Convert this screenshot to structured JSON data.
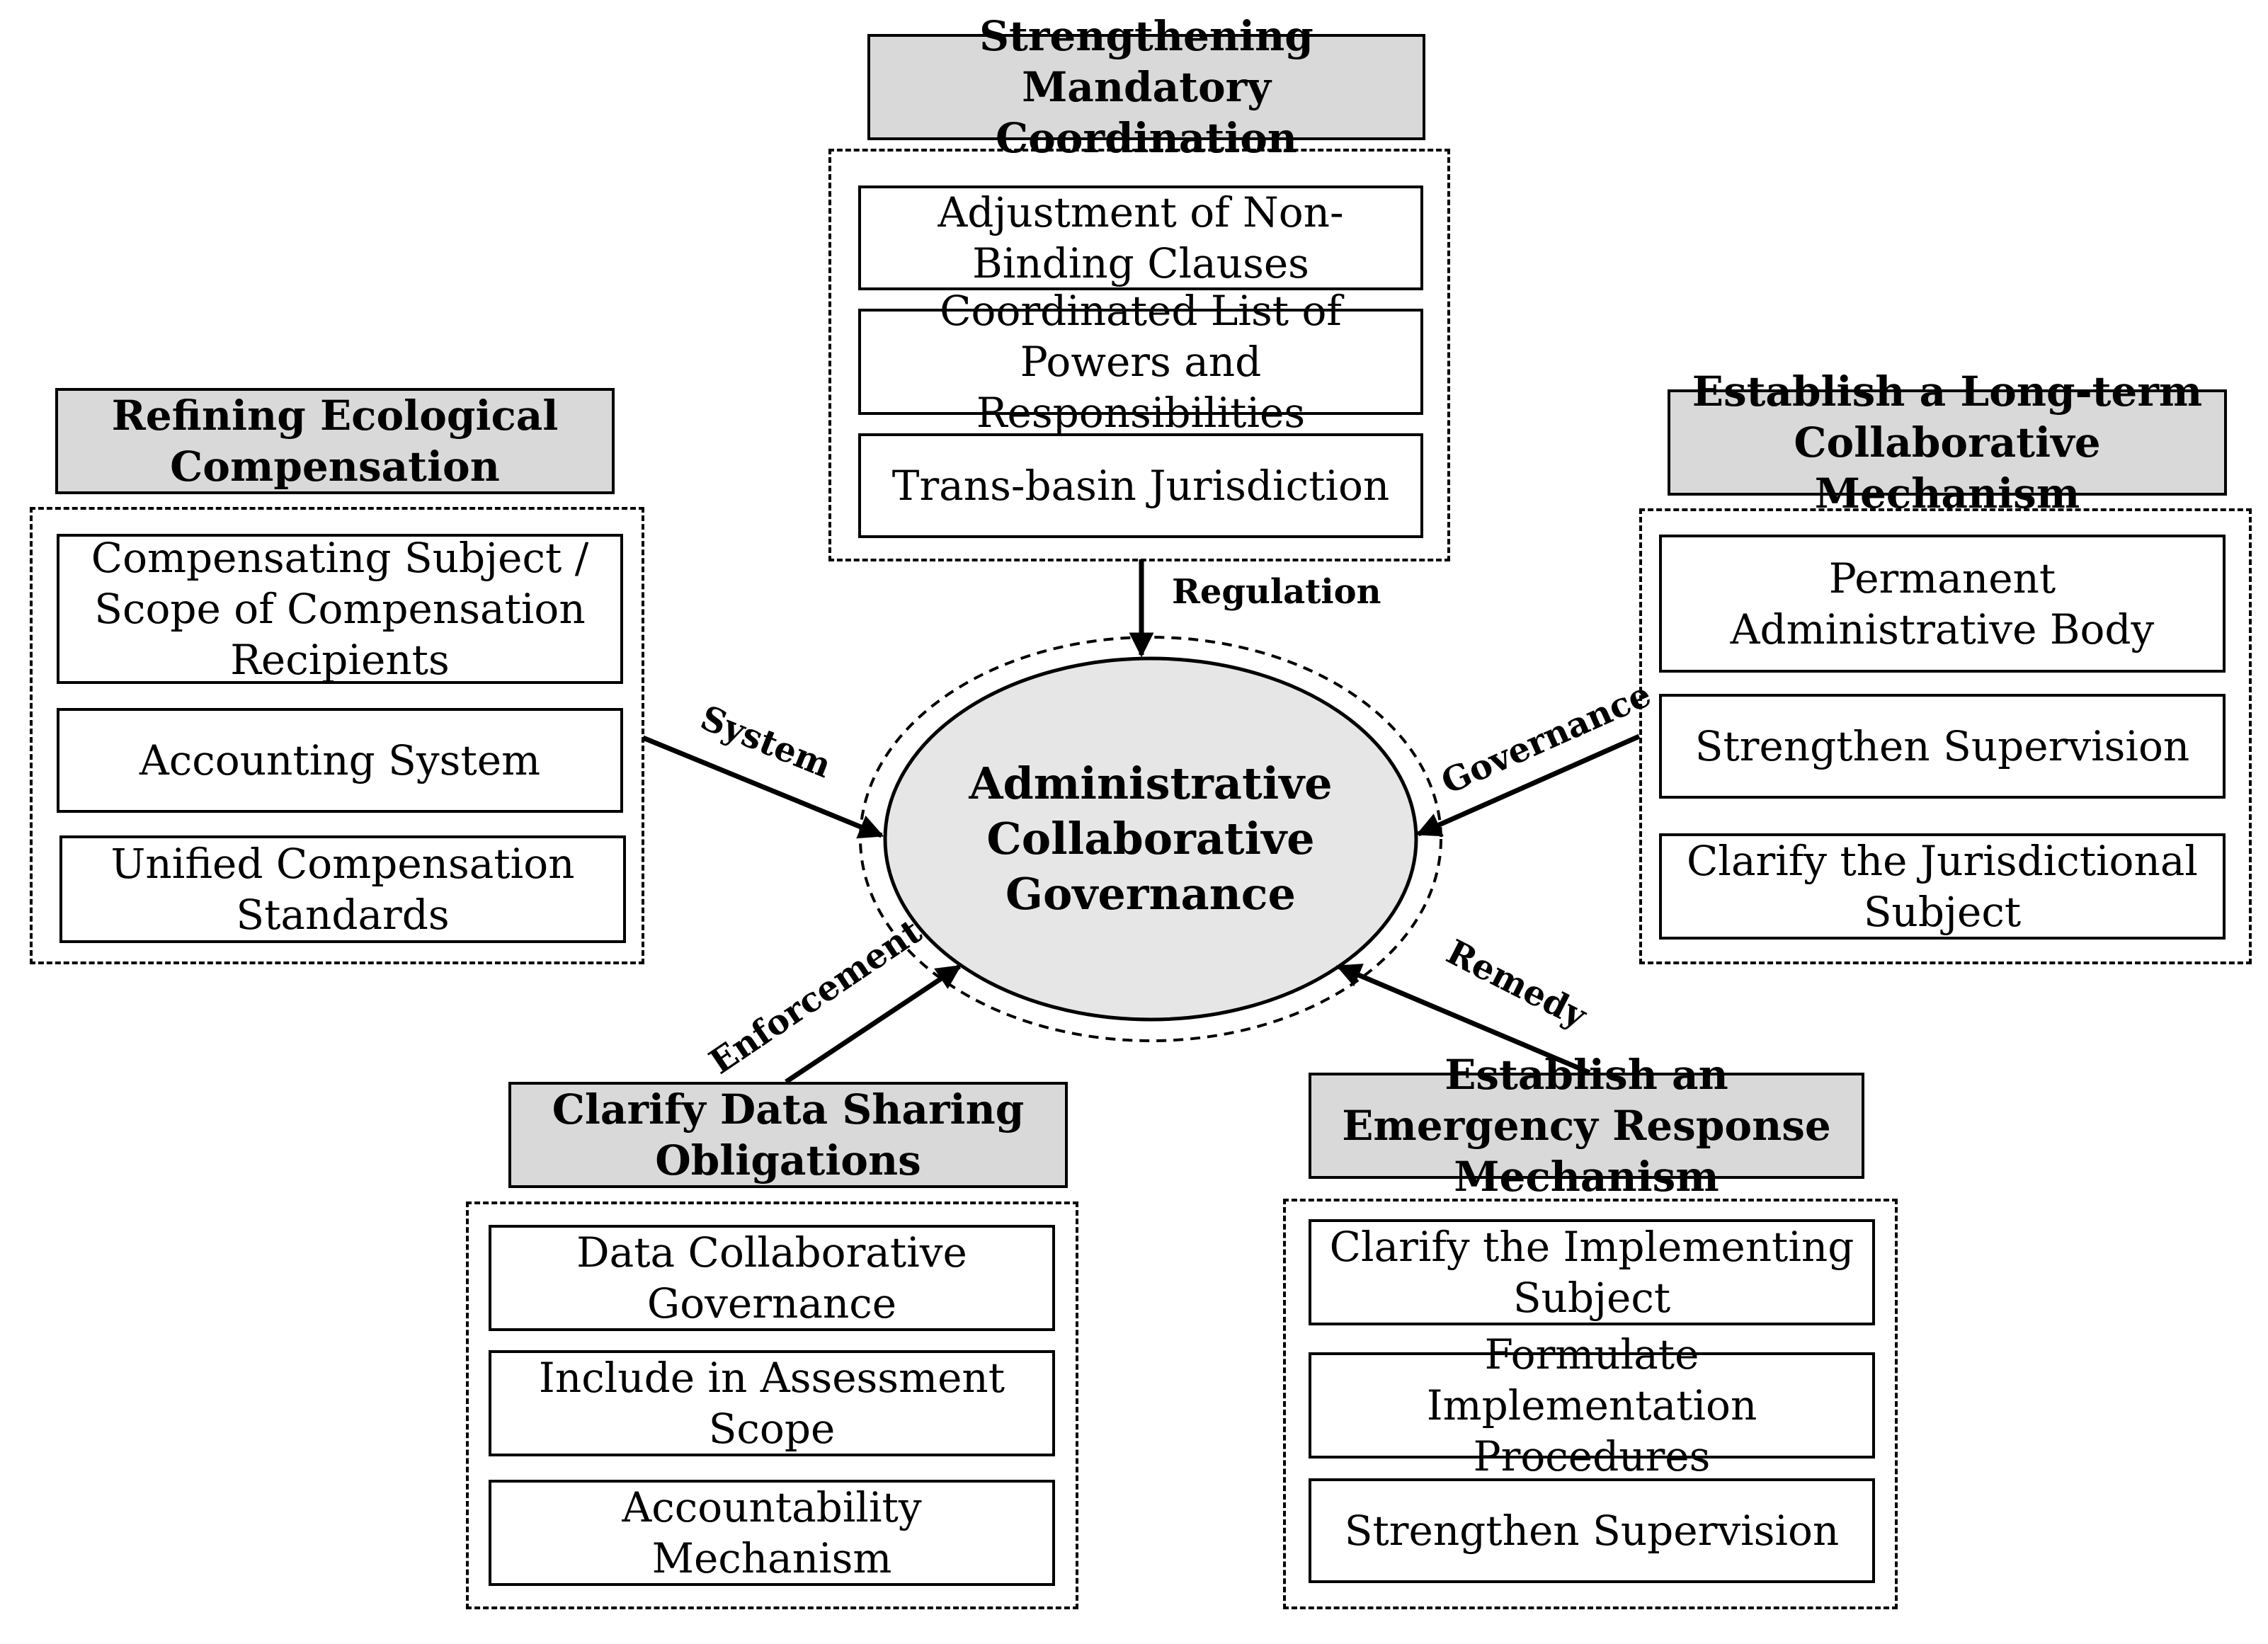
{
  "center": {
    "line1": "Administrative",
    "line2": "Collaborative",
    "line3": "Governance"
  },
  "arrows": {
    "regulation": "Regulation",
    "system": "System",
    "governance": "Governance",
    "enforcement": "Enforcement",
    "remedy": "Remedy"
  },
  "top": {
    "title": "Strengthening Mandatory Coordination",
    "items": [
      "Adjustment of Non-Binding Clauses",
      "Coordinated List of Powers and Responsibilities",
      "Trans-basin Jurisdiction"
    ]
  },
  "left": {
    "title": "Refining Ecological Compensation",
    "items": [
      "Compensating Subject / Scope of Compensation Recipients",
      "Accounting System",
      "Unified Compensation Standards"
    ]
  },
  "right": {
    "title": "Establish a Long-term Collaborative Mechanism",
    "items": [
      "Permanent Administrative Body",
      "Strengthen Supervision",
      "Clarify the Jurisdictional Subject"
    ]
  },
  "bottom_left": {
    "title": "Clarify Data Sharing Obligations",
    "items": [
      "Data Collaborative Governance",
      "Include in Assessment Scope",
      "Accountability Mechanism"
    ]
  },
  "bottom_right": {
    "title": "Establish an  Emergency Response Mechanism",
    "items": [
      "Clarify the Implementing Subject",
      "Formulate Implementation Procedures",
      "Strengthen Supervision"
    ]
  }
}
